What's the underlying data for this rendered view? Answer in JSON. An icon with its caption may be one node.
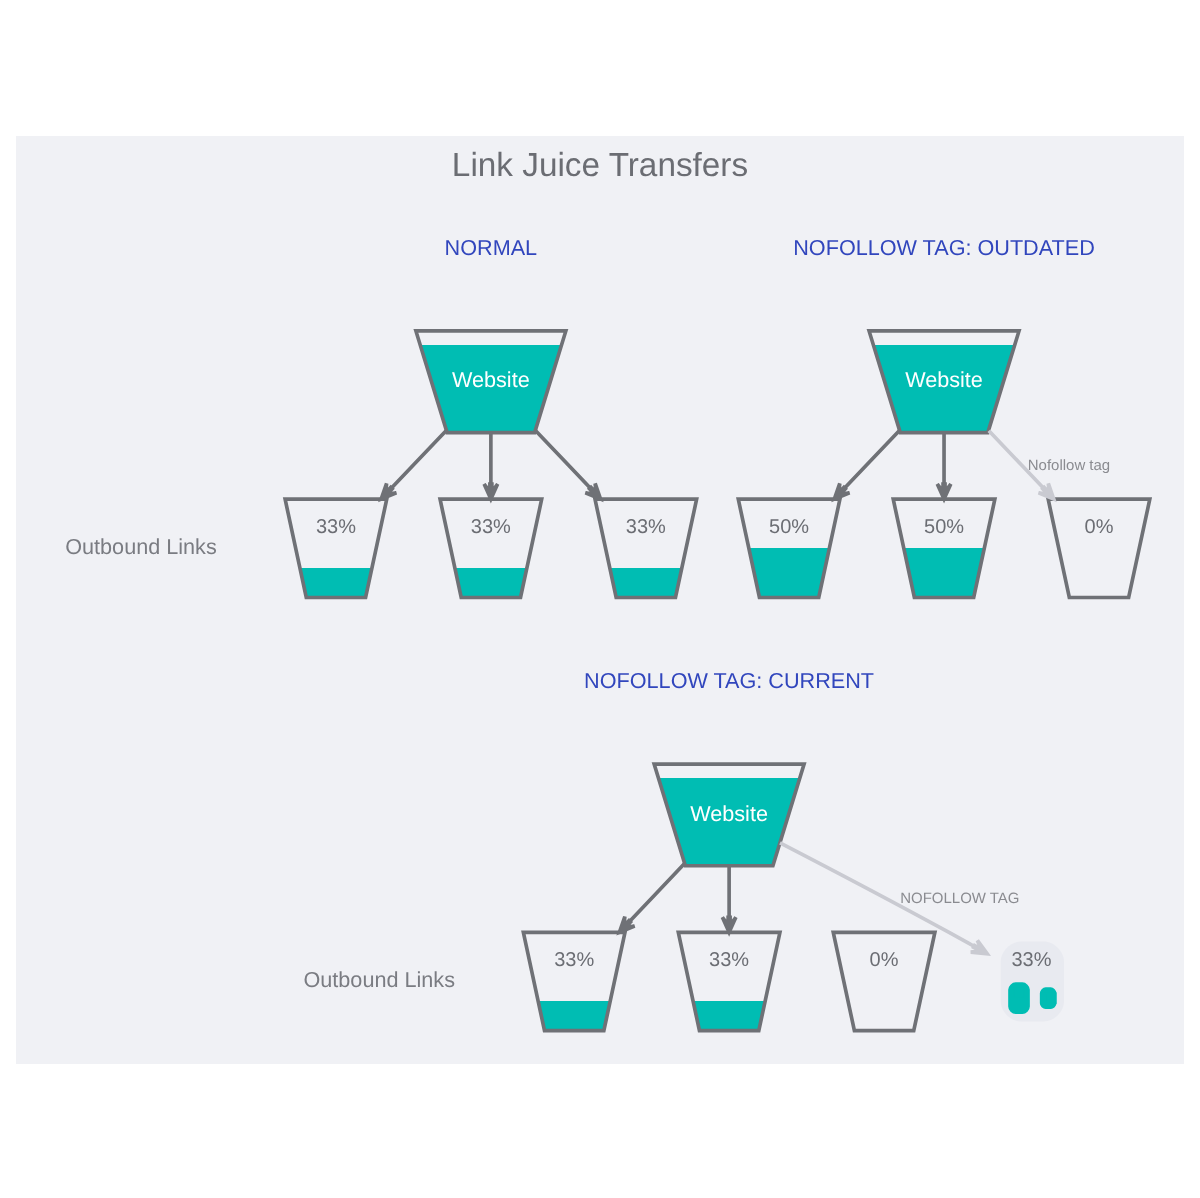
{
  "diagram": {
    "title": "Link Juice Transfers",
    "nodes": [
      {
        "text": [
          "Website"
        ]
      },
      {
        "text": [
          "33%"
        ]
      },
      {
        "text": [
          "33%"
        ]
      },
      {
        "text": [
          "33%"
        ]
      },
      {
        "text": [
          "Website"
        ]
      },
      {
        "text": [
          "50%"
        ]
      },
      {
        "text": [
          "50%"
        ]
      },
      {
        "text": [
          "0%"
        ]
      },
      {
        "text": [
          "Website"
        ]
      },
      {
        "text": [
          "33%"
        ]
      },
      {
        "text": [
          "33%"
        ]
      },
      {
        "text": [
          "0%"
        ]
      },
      {
        "text": [
          "33%"
        ]
      }
    ],
    "edges": [
      {
        "from": 0,
        "to": 1,
        "arrow": "to"
      },
      {
        "from": 0,
        "to": 2,
        "arrow": "to"
      },
      {
        "from": 0,
        "to": 3,
        "arrow": "to"
      },
      {
        "from": 4,
        "to": 5,
        "arrow": "to"
      },
      {
        "from": 4,
        "to": 6,
        "arrow": "to"
      },
      {
        "from": 4,
        "to": 7,
        "arrow": "to",
        "label": "Nofollow tag",
        "color": "#c9cad1"
      },
      {
        "from": 8,
        "to": 9,
        "arrow": "to"
      },
      {
        "from": 8,
        "to": 10,
        "arrow": "to"
      },
      {
        "from": 8,
        "to": 12,
        "arrow": "to",
        "label": "NOFOLLOW TAG",
        "color": "#c9cad1"
      }
    ],
    "labels": [
      "NORMAL",
      "NOFOLLOW TAG: OUTDATED",
      "Outbound Links",
      "NOFOLLOW TAG: CURRENT",
      "Outbound Links"
    ]
  }
}
